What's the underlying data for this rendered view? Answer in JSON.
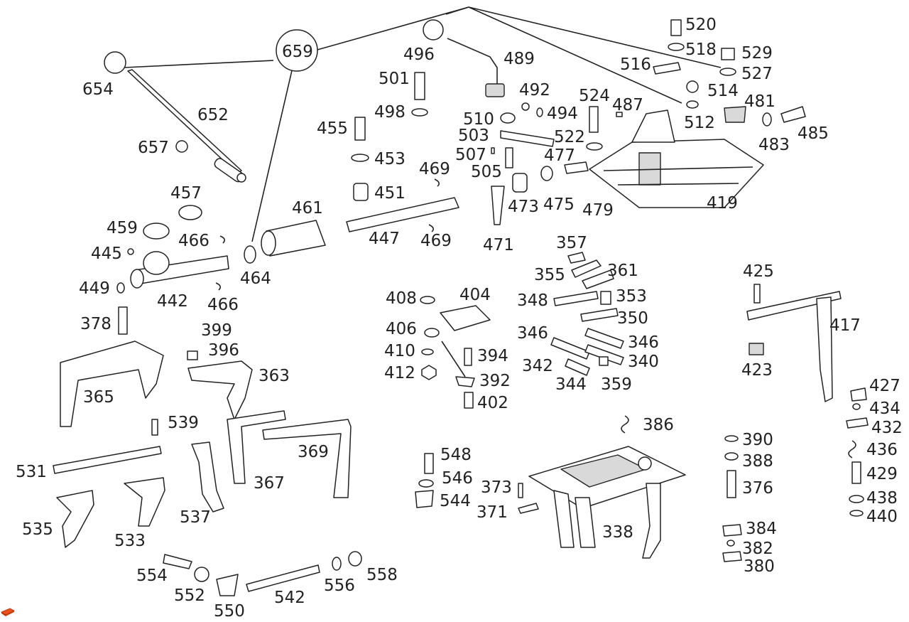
{
  "diagram": {
    "labels": [
      "520",
      "518",
      "529",
      "527",
      "516",
      "514",
      "512",
      "481",
      "483",
      "485",
      "524",
      "487",
      "522",
      "477",
      "479",
      "419",
      "496",
      "489",
      "501",
      "492",
      "494",
      "498",
      "510",
      "503",
      "507",
      "505",
      "475",
      "473",
      "471",
      "455",
      "453",
      "451",
      "447",
      "469",
      "461",
      "464",
      "659",
      "654",
      "652",
      "657",
      "457",
      "459",
      "466",
      "445",
      "442",
      "449",
      "378",
      "399",
      "396",
      "363",
      "365",
      "408",
      "404",
      "406",
      "410",
      "412",
      "394",
      "392",
      "402",
      "357",
      "355",
      "361",
      "348",
      "353",
      "350",
      "346",
      "342",
      "340",
      "344",
      "359",
      "425",
      "417",
      "423",
      "427",
      "434",
      "432",
      "436",
      "429",
      "438",
      "440",
      "386",
      "390",
      "388",
      "376",
      "384",
      "382",
      "380",
      "338",
      "373",
      "371",
      "548",
      "546",
      "544",
      "539",
      "531",
      "535",
      "533",
      "537",
      "367",
      "369",
      "554",
      "552",
      "550",
      "542",
      "556",
      "558"
    ]
  },
  "colors": {
    "ink": "#222222",
    "badge": "#e8521c"
  }
}
